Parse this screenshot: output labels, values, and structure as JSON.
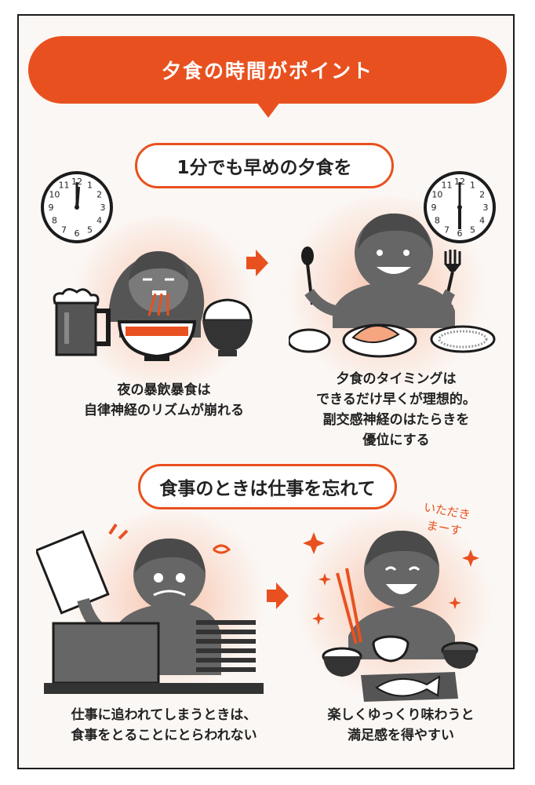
{
  "banner": {
    "title": "夕食の時間がポイント"
  },
  "section1": {
    "heading": "1分でも早めの夕食を",
    "left_caption": "夜の暴飲暴食は\n自律神経のリズムが崩れる",
    "right_caption": "夕食のタイミングは\nできるだけ早くが理想的。\n副交感神経のはたらきを\n優位にする"
  },
  "section2": {
    "heading": "食事のときは仕事を忘れて",
    "left_caption": "仕事に追われてしまうときは、\n食事をとることにとらわれない",
    "right_caption": "楽しくゆっくり味わうと\n満足感を得やすい",
    "speech": "いただき\nまーす"
  },
  "clock_numbers": [
    "12",
    "1",
    "2",
    "3",
    "4",
    "5",
    "6",
    "7",
    "8",
    "9",
    "10",
    "11"
  ],
  "colors": {
    "accent": "#e8511f",
    "figure": "#666666",
    "ink": "#1c1c1c"
  },
  "icons": [
    "clock-icon",
    "beer-mug-icon",
    "rice-bowl-icon",
    "ramen-bowl-icon",
    "fork-icon",
    "spoon-icon",
    "plate-icon",
    "laptop-icon",
    "document-icon",
    "paper-stack-icon",
    "chopsticks-icon",
    "fish-icon",
    "sparkle-icon",
    "right-arrow-icon"
  ]
}
